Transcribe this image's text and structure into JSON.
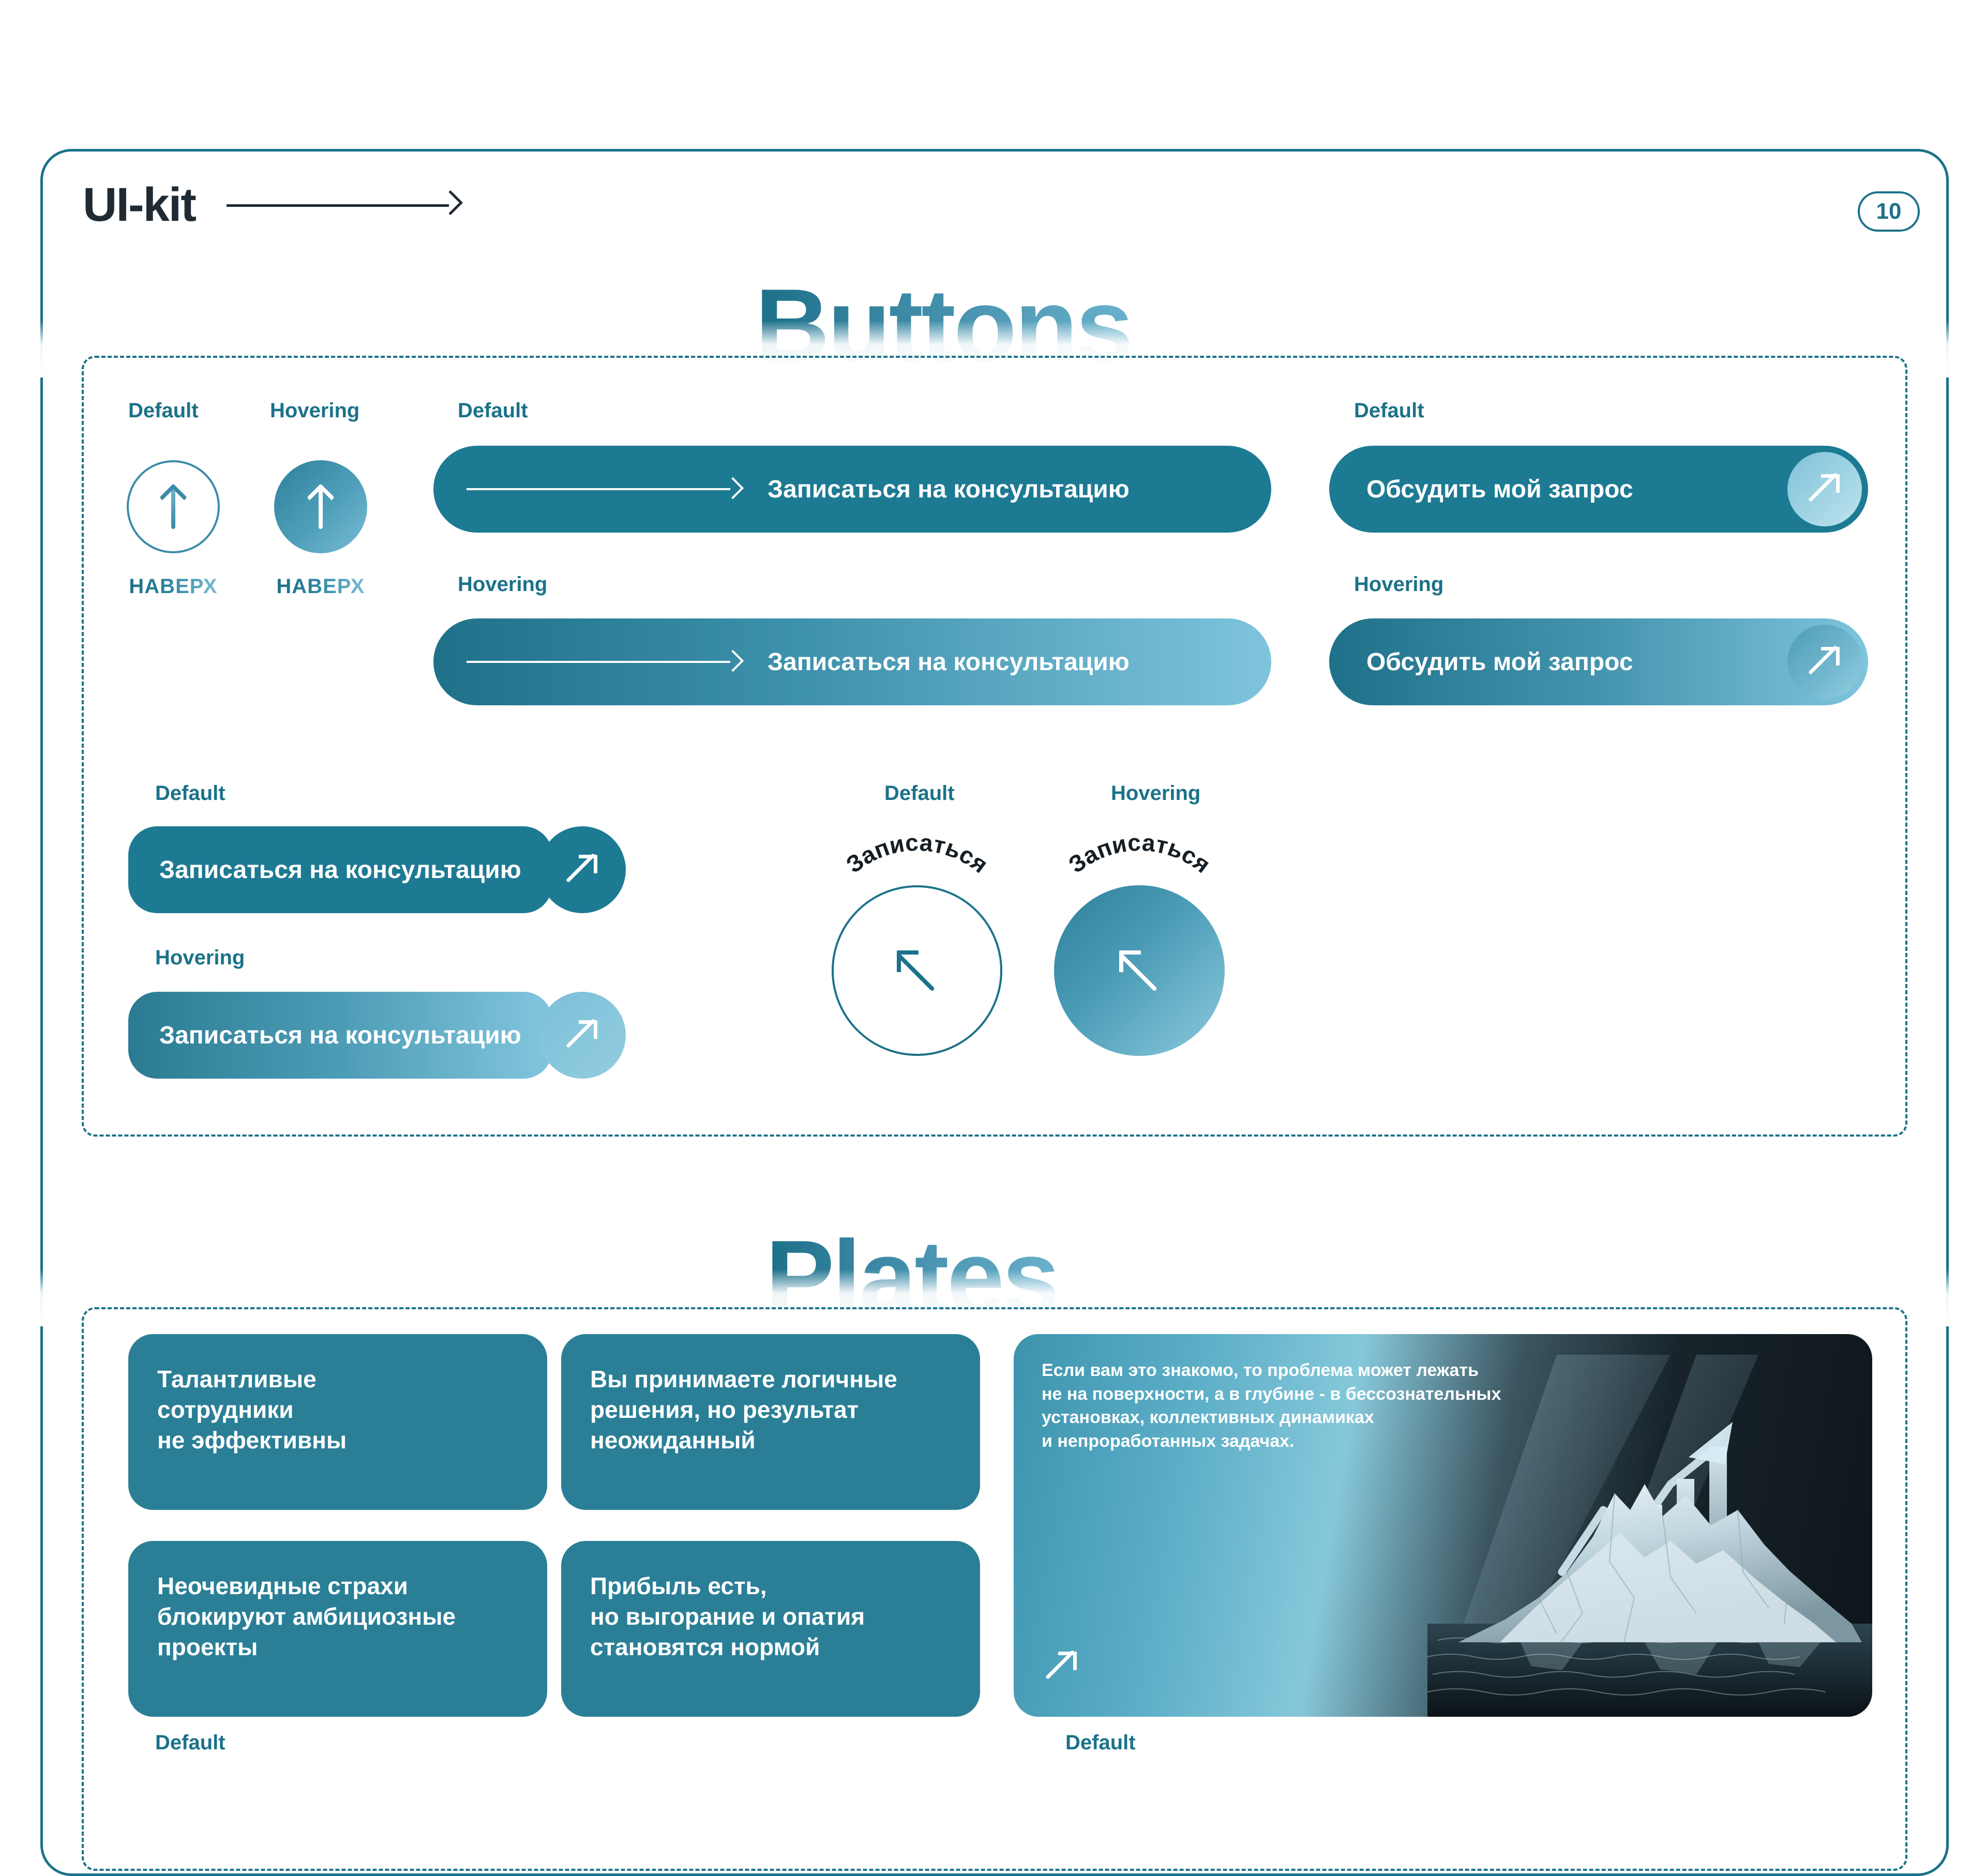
{
  "header": {
    "title": "UI-kit",
    "arrow_icon": "long-right-arrow-icon",
    "page_number": "10"
  },
  "sections": [
    {
      "id": "buttons",
      "title": "Buttons"
    },
    {
      "id": "plates",
      "title": "Plates"
    }
  ],
  "labels": {
    "default": "Default",
    "hovering": "Hovering"
  },
  "buttons": {
    "scroll_top": {
      "label": "НАВЕРХ",
      "icon": "arrow-up-icon",
      "states": [
        "Default",
        "Hovering"
      ]
    },
    "consultation_long": {
      "label": "Записаться на консультацию",
      "icon": "long-right-arrow-icon",
      "states": [
        "Default",
        "Hovering"
      ]
    },
    "discuss_request": {
      "label": "Обсудить мой запрос",
      "icon": "arrow-up-right-icon",
      "states": [
        "Default",
        "Hovering"
      ]
    },
    "consultation_knob": {
      "label": "Записаться на консультацию",
      "icon": "arrow-up-right-icon",
      "states": [
        "Default",
        "Hovering"
      ]
    },
    "signup_round": {
      "label": "Записаться",
      "icon": "arrow-up-left-icon",
      "states": [
        "Default",
        "Hovering"
      ]
    }
  },
  "plates": {
    "state_label": "Default",
    "cards": [
      "Талантливые\nсотрудники\nне эффективны",
      "Вы принимаете логичные\nрешения, но результат\nнеожиданный",
      "Неочевидные страхи\nблокируют амбициозные\nпроекты",
      "Прибыль есть,\nно выгорание и опатия\nстановятся нормой"
    ],
    "image_card": {
      "caption": "Если вам это знакомо, то проблема может лежать\nне на поверхности, а в глубине - в бессознательных\nустановках, коллективных динамиках\nи непроработанных задачах.",
      "icon": "arrow-up-right-icon",
      "artwork": "iceberg-growth-chart-image",
      "state_label": "Default"
    }
  },
  "colors": {
    "brand_teal": "#1b7289",
    "plate_teal": "#2a7f96",
    "solid_button": "#1d7a93",
    "gradient_light": "#7ec4dc",
    "ink": "#1f2a33"
  }
}
